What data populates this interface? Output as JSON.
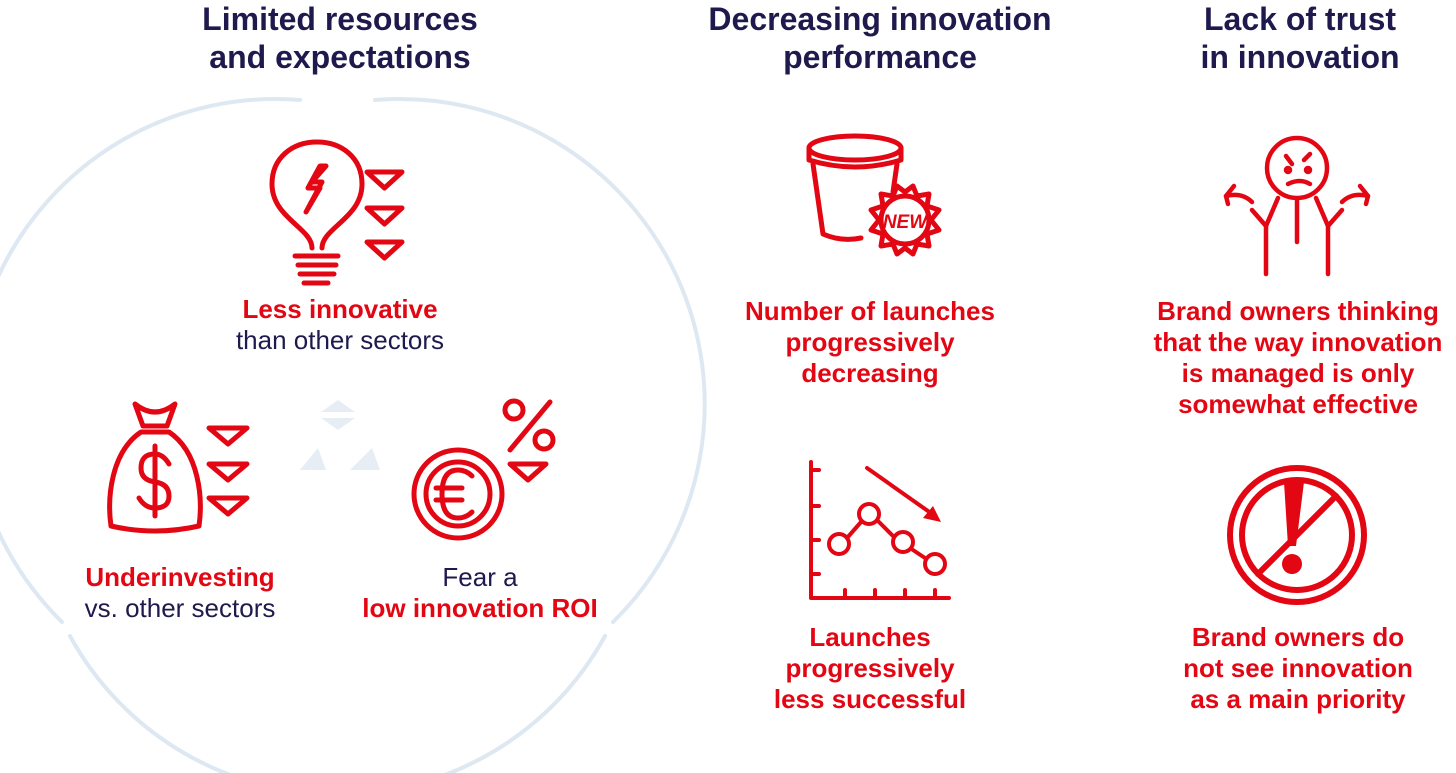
{
  "colors": {
    "accent": "#e30613",
    "heading": "#1f1a4d",
    "ring": "#dde8f2"
  },
  "columns": [
    {
      "heading": [
        "Limited resources",
        "and expectations"
      ],
      "items": [
        {
          "icon": "lightbulb-icon",
          "emphasis": "Less innovative",
          "text": "than other sectors"
        },
        {
          "icon": "money-bag-icon",
          "emphasis": "Underinvesting",
          "text": "vs. other sectors"
        },
        {
          "icon": "euro-coin-icon",
          "text": "Fear a",
          "emphasis": "low innovation ROI"
        }
      ]
    },
    {
      "heading": [
        "Decreasing innovation",
        "performance"
      ],
      "items": [
        {
          "icon": "new-product-cup-icon",
          "badge": "NEW",
          "lines": [
            "Number of launches",
            "progressively",
            "decreasing"
          ]
        },
        {
          "icon": "declining-chart-icon",
          "lines": [
            "Launches",
            "progressively",
            "less successful"
          ]
        }
      ]
    },
    {
      "heading": [
        "Lack of trust",
        "in innovation"
      ],
      "items": [
        {
          "icon": "shrugging-person-icon",
          "lines": [
            "Brand owners thinking",
            "that the way innovation",
            "is managed is only",
            "somewhat effective"
          ]
        },
        {
          "icon": "prohibited-exclamation-icon",
          "lines": [
            "Brand owners do",
            "not see innovation",
            "as a main priority"
          ]
        }
      ]
    }
  ]
}
